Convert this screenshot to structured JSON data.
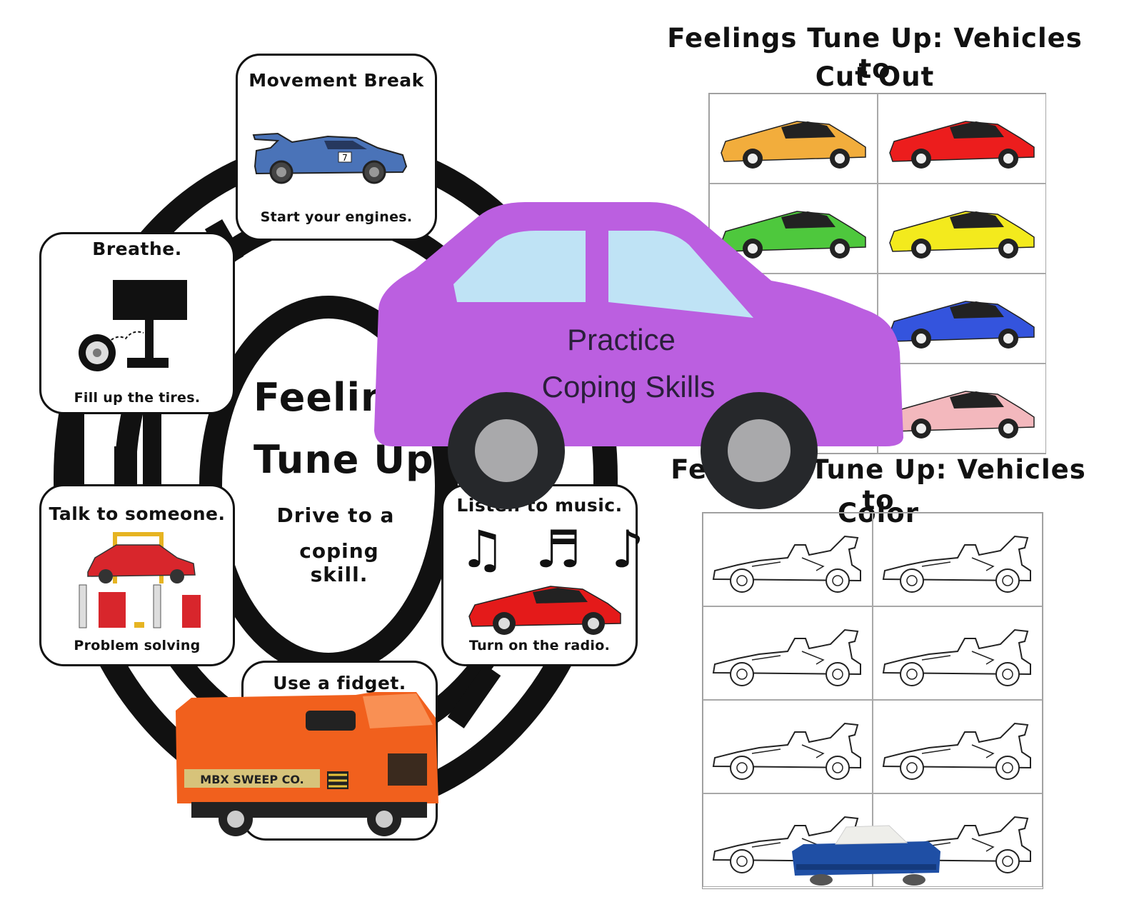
{
  "board": {
    "center_title_line1": "Feelin",
    "center_title_line2": "Tune Up",
    "center_subtitle_line1": "Drive to a",
    "center_subtitle_line2": "coping skill."
  },
  "cards": {
    "movement": {
      "title": "Movement Break",
      "caption": "Start your engines.",
      "car_number": "7"
    },
    "breathe": {
      "title": "Breathe.",
      "caption": "Fill up the tires."
    },
    "talk": {
      "title": "Talk to someone.",
      "caption": "Problem solving"
    },
    "music": {
      "title": "Listen to music.",
      "caption": "Turn on the radio."
    },
    "fidget": {
      "title": "Use a fidget."
    }
  },
  "purple_car": {
    "line1": "Practice",
    "line2": "Coping Skills",
    "color": "#bb5fe0"
  },
  "toy_truck": {
    "text": "MBX SWEEP CO."
  },
  "cut_out": {
    "heading_line1": "Feelings Tune Up: Vehicles to",
    "heading_line2": "Cut Out",
    "car_colors": [
      "#f2ad3c",
      "#ec1d1d",
      "#4ec83d",
      "#f3ea1d",
      "#b277d8",
      "#3454dd",
      "#f3b8bd",
      "#f3b8bd"
    ]
  },
  "color_sheet": {
    "heading_line1": "Feelings Tune Up: Vehicles to",
    "heading_line2": "Color"
  }
}
